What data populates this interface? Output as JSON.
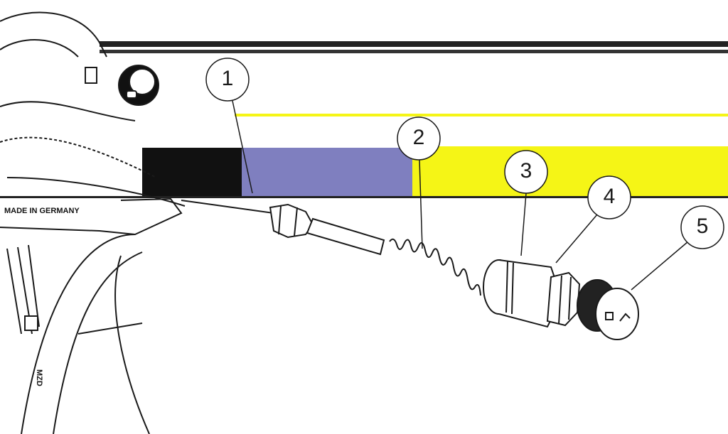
{
  "diagram": {
    "handle_marking": "MADE IN GERMANY",
    "brand_marking": "MZD",
    "colors": {
      "line": "#1a1a1a",
      "background": "#ffffff",
      "glitch_yellow": "#f5f516",
      "glitch_blue": "#7f7fbf",
      "glitch_black": "#111111"
    },
    "callouts": [
      {
        "label": "1",
        "part": "push rod / stem"
      },
      {
        "label": "2",
        "part": "spring"
      },
      {
        "label": "3",
        "part": "valve sleeve"
      },
      {
        "label": "4",
        "part": "nut"
      },
      {
        "label": "5",
        "part": "adjustment knob"
      }
    ]
  }
}
